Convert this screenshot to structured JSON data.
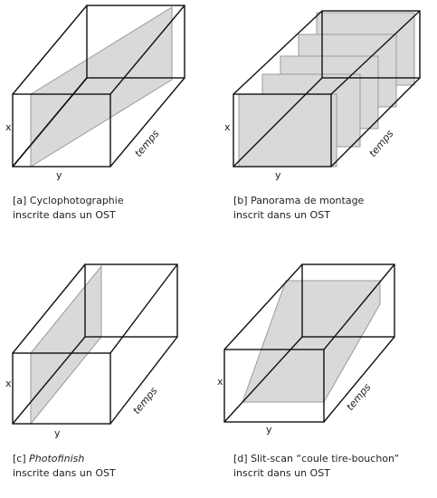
{
  "axes": {
    "x": "x",
    "y": "y",
    "time": "temps"
  },
  "colors": {
    "stroke": "#111111",
    "plane_fill": "#d9d9d9",
    "plane_stroke": "#9a9a9a"
  },
  "panels": [
    {
      "id": "a",
      "caption_prefix": "[a] ",
      "caption_title": "Cyclophotographie",
      "caption_title_italic": false,
      "caption_line2": "inscrite dans un OST"
    },
    {
      "id": "b",
      "caption_prefix": "[b] ",
      "caption_title": "Panorama de montage",
      "caption_title_italic": false,
      "caption_line2": "inscrit dans un OST"
    },
    {
      "id": "c",
      "caption_prefix": "[c] ",
      "caption_title": "Photofinish",
      "caption_title_italic": true,
      "caption_line2": "inscrite dans un OST"
    },
    {
      "id": "d",
      "caption_prefix": "[d] ",
      "caption_title": "Slit-scan “coule tire-bouchon”",
      "caption_title_italic": false,
      "caption_line2": "inscrit dans un OST"
    }
  ]
}
